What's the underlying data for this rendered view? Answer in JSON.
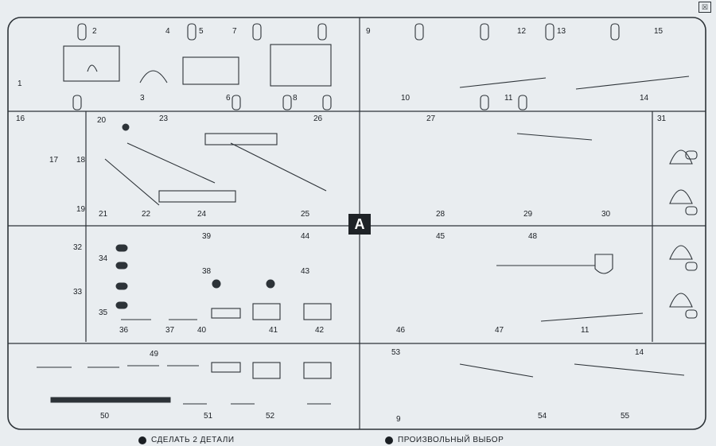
{
  "sprue_letter": "A",
  "legend": {
    "make_two": "СДЕЛАТЬ 2 ДЕТАЛИ",
    "optional": "ПРОИЗВОЛЬНЫЙ ВЫБОР"
  },
  "corner_mark": "☒",
  "part_numbers": [
    "1",
    "2",
    "3",
    "4",
    "5",
    "6",
    "7",
    "8",
    "9",
    "10",
    "11",
    "12",
    "13",
    "14",
    "15",
    "16",
    "17",
    "18",
    "19",
    "20",
    "21",
    "22",
    "23",
    "24",
    "25",
    "26",
    "27",
    "28",
    "29",
    "30",
    "31",
    "32",
    "33",
    "34",
    "35",
    "36",
    "37",
    "38",
    "39",
    "40",
    "41",
    "42",
    "43",
    "44",
    "45",
    "46",
    "47",
    "48",
    "49",
    "50",
    "51",
    "52",
    "53",
    "54",
    "55",
    "9",
    "11",
    "14"
  ]
}
